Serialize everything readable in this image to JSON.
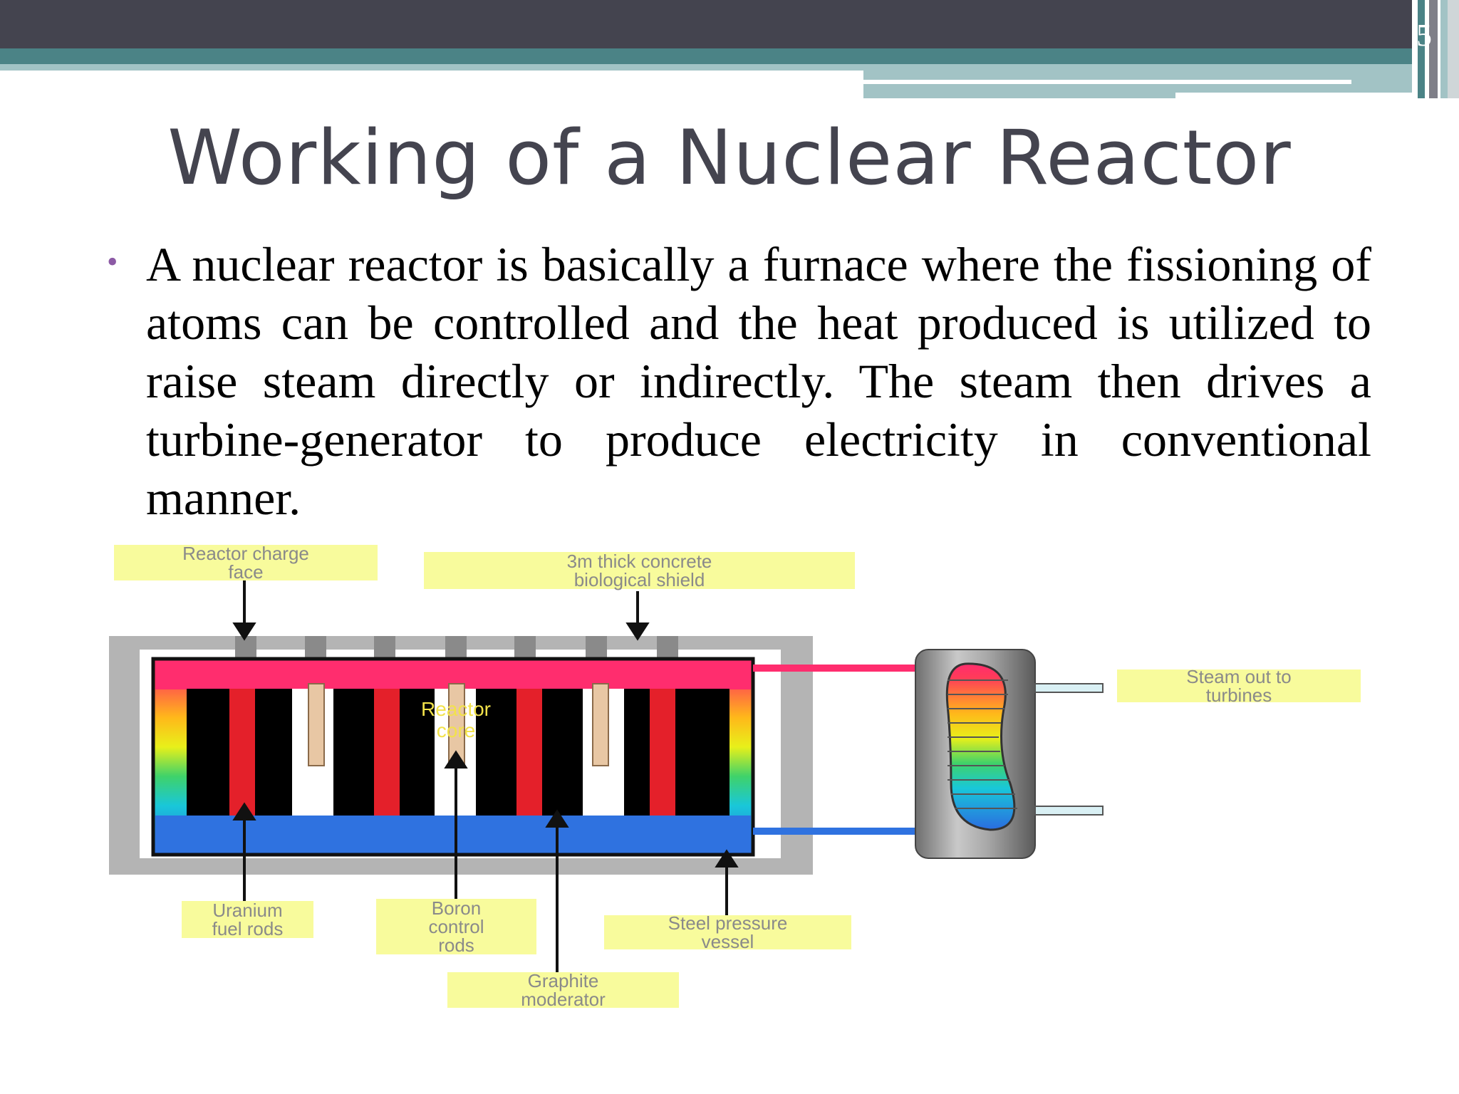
{
  "slide": {
    "number": "5",
    "title": "Working of a Nuclear Reactor",
    "bullets": [
      "A nuclear reactor is basically a furnace where the fissioning of atoms can be controlled and the heat produced is utilized to raise steam directly or indirectly. The steam then drives a turbine-generator to produce electricity in conventional manner."
    ]
  },
  "diagram": {
    "labels": {
      "charge_face": "Reactor charge\nface",
      "shield": "3m thick concrete\nbiological shield",
      "steam_out": "Steam out to\nturbines",
      "core": "Reactor\ncore",
      "fuel_rods": "Uranium\nfuel rods",
      "control_rods": "Boron\ncontrol\nrods",
      "moderator": "Graphite\nmoderator",
      "vessel": "Steel pressure\nvessel"
    },
    "colors": {
      "hot": "#ff2d6e",
      "cold": "#1f5fe0",
      "fuel": "#e4202a",
      "control": "#e8c7a4",
      "callout": "#f8fb9c"
    }
  }
}
